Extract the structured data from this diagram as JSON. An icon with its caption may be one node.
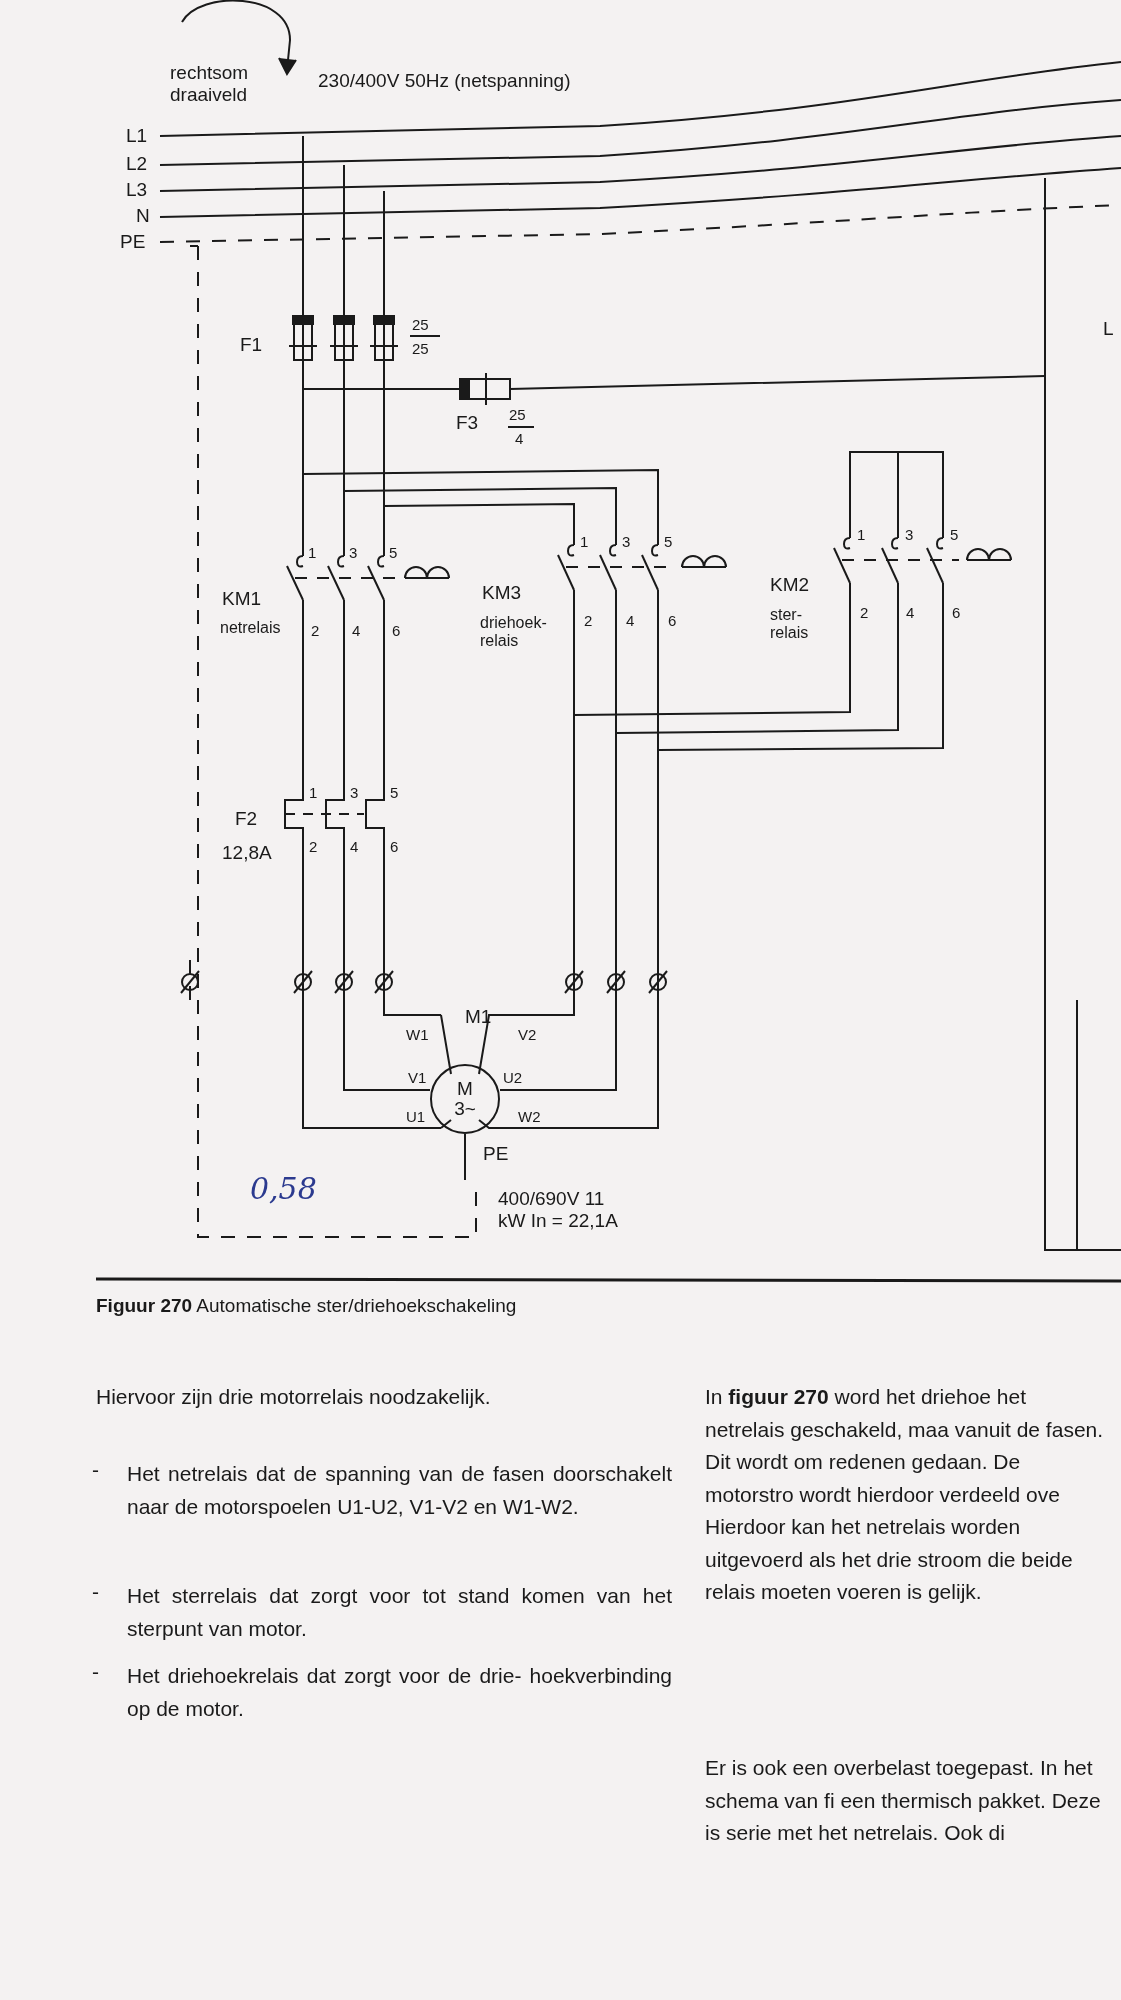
{
  "diagram": {
    "caption": "**Figuur 270** Automatische ster/driehoekschakeling",
    "nodes": [
      {
        "text": [
          "M 3~"
        ]
      }
    ],
    "labels": [
      "rechtsom draaiveld",
      "230/400V 50Hz (netspanning)",
      "L1",
      "L2",
      "L3",
      "N",
      "PE",
      "F1",
      "25",
      "25",
      "L",
      "F3",
      "25",
      "4",
      "1",
      "3",
      "5",
      "KM1",
      "netrelais",
      "2",
      "4",
      "6",
      "1",
      "3",
      "5",
      "KM3",
      "driehoek- relais",
      "2",
      "4",
      "6",
      "1",
      "3",
      "5",
      "KM2",
      "ster- relais",
      "2",
      "4",
      "6",
      "1",
      "3",
      "5",
      "F2",
      "12,8A",
      "2",
      "4",
      "6",
      "M1",
      "W1",
      "V2",
      "V1",
      "U2",
      "U1",
      "W2",
      "PE",
      "0,58",
      "400/690V 11 kW In = 22,1A",
      "Hiervoor zijn drie motorrelais noodzakelijk.",
      "-",
      "Het netrelais dat de spanning van de fasen doorschakelt naar de motorspoelen U1-U2, V1-V2 en W1-W2.",
      "-",
      "Het sterrelais dat zorgt voor tot stand komen van het sterpunt van motor.",
      "-",
      "Het driehoekrelais dat zorgt voor de drie- hoekverbinding op de motor.",
      "In **figuur 270** word het driehoe het netrelais geschakeld, maa vanuit de fasen. Dit wordt om redenen gedaan. De motorstro wordt hierdoor verdeeld ove Hierdoor kan het netrelais worden uitgevoerd als het drie stroom die beide relais moeten voeren is gelijk.",
      "Er is ook een overbelast toegepast. In het schema van fi een thermisch pakket. Deze is serie met het netrelais. Ook di"
    ]
  }
}
